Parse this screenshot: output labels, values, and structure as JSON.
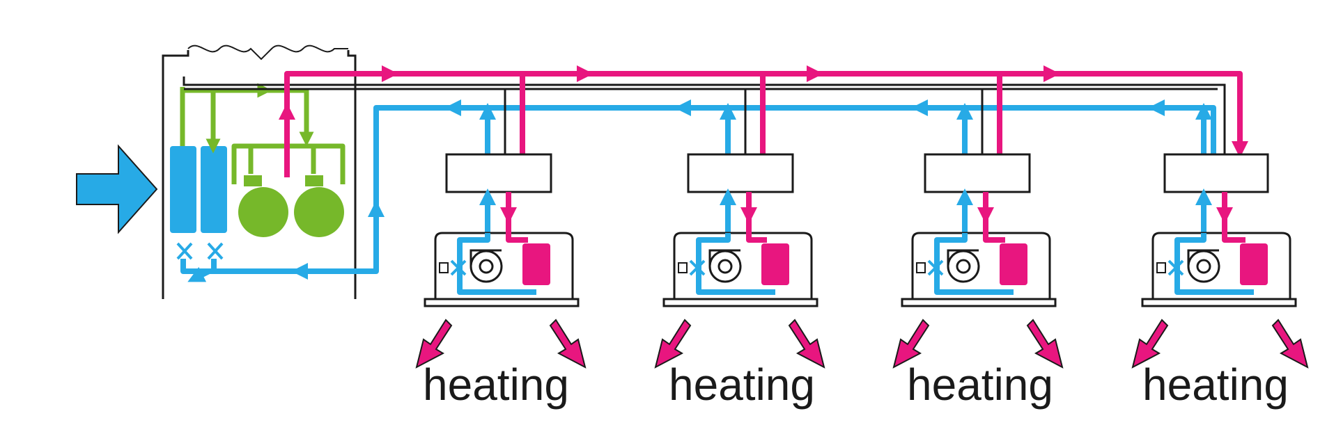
{
  "labels": {
    "unit_1": "heating",
    "unit_2": "heating",
    "unit_3": "heating",
    "unit_4": "heating"
  },
  "colors": {
    "hot_gas_line": "#e8167f",
    "liquid_line": "#27aae6",
    "compressor": "#76b82a",
    "outline": "#1a1a1a"
  },
  "icons": {
    "inlet": "inlet-arrow-icon",
    "outdoor_fan": "fan-icon",
    "compressor": "compressor-icon",
    "valve": "valve-icon",
    "blower": "blower-icon",
    "outlet": "outlet-arrow-icon"
  }
}
